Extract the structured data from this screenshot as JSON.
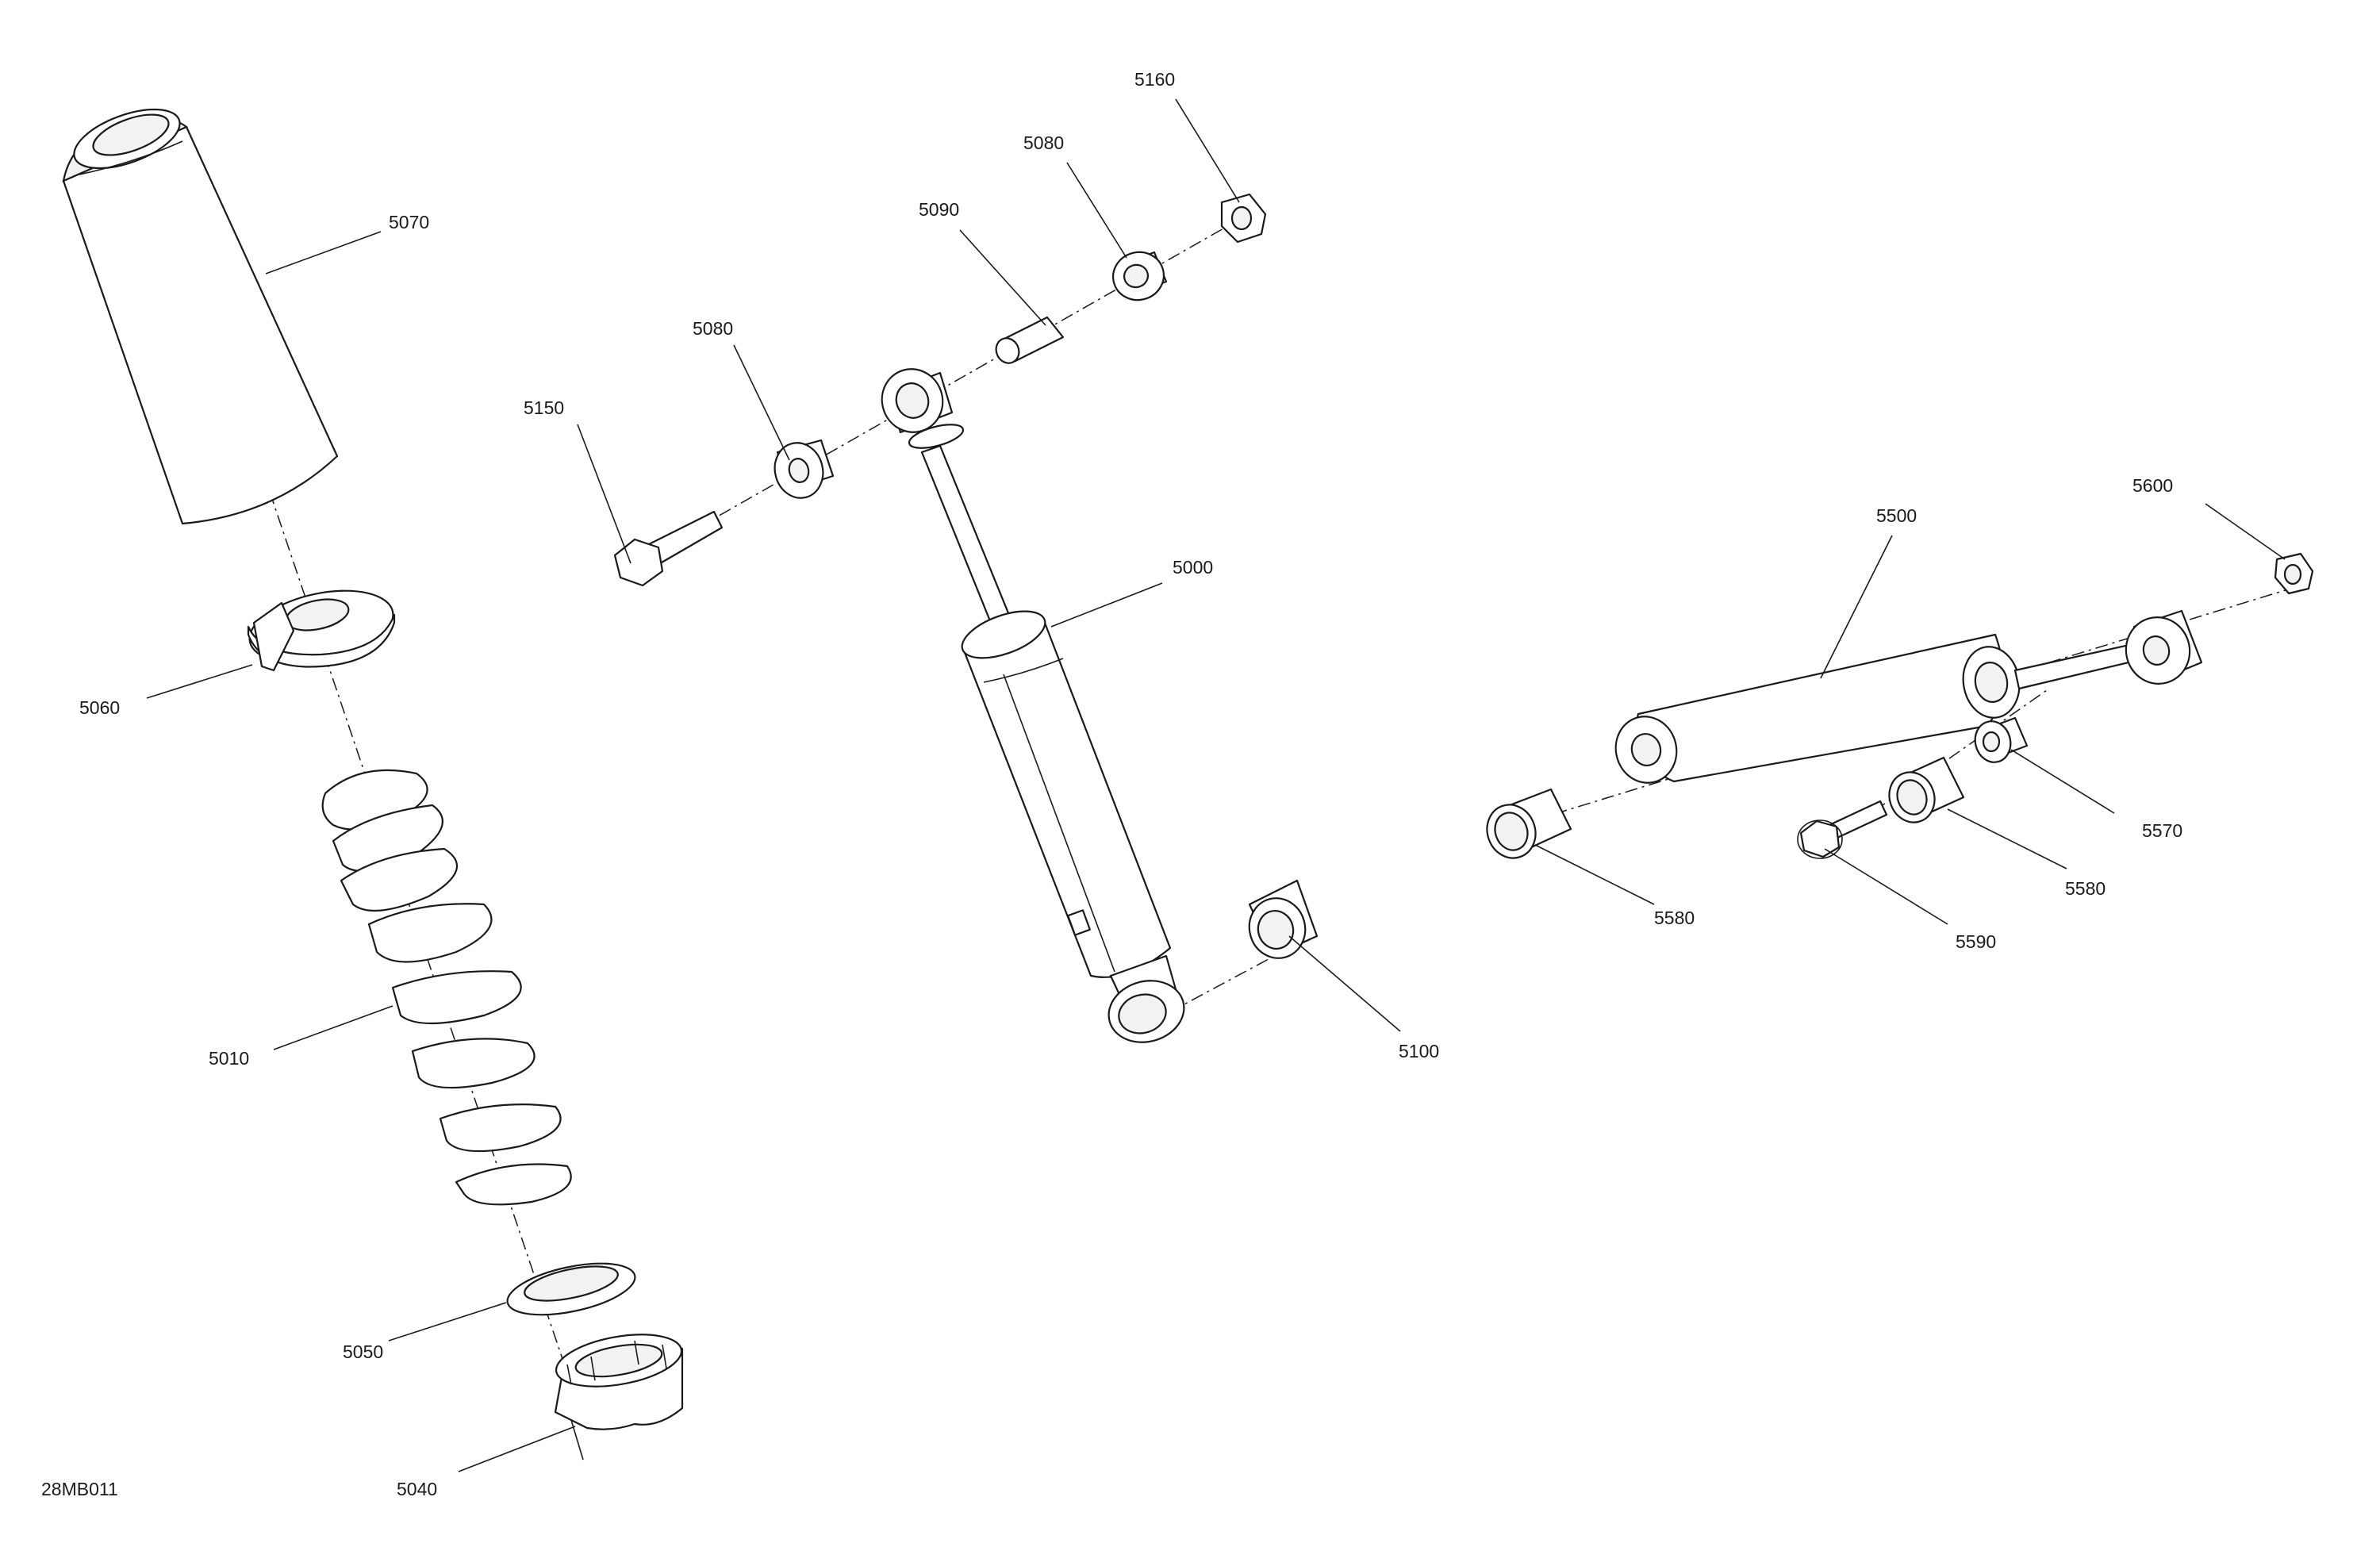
{
  "figure_code": "28MB011",
  "callouts": {
    "c5000": "5000",
    "c5010": "5010",
    "c5040": "5040",
    "c5050": "5050",
    "c5060": "5060",
    "c5070": "5070",
    "c5080_left": "5080",
    "c5080_top": "5080",
    "c5090": "5090",
    "c5100": "5100",
    "c5150": "5150",
    "c5160": "5160",
    "c5500": "5500",
    "c5570": "5570",
    "c5580_left": "5580",
    "c5580_right": "5580",
    "c5590": "5590",
    "c5600": "5600"
  },
  "colors": {
    "line": "#1a1a1a",
    "background": "#ffffff"
  }
}
